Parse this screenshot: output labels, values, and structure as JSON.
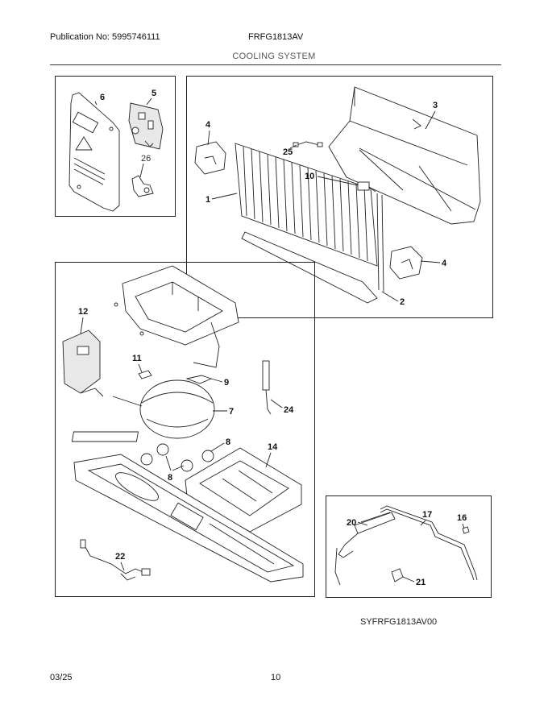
{
  "header": {
    "publication": "Publication No: 5995746111",
    "model": "FRFG1813AV",
    "section_title": "COOLING SYSTEM"
  },
  "diagram": {
    "code": "SYFRFG1813AV00",
    "callouts": {
      "c1": "1",
      "c2": "2",
      "c3": "3",
      "c4a": "4",
      "c4b": "4",
      "c5": "5",
      "c6": "6",
      "c7": "7",
      "c8a": "8",
      "c8b": "8",
      "c9": "9",
      "c10": "10",
      "c11": "11",
      "c12": "12",
      "c14": "14",
      "c16": "16",
      "c17": "17",
      "c20": "20",
      "c21": "21",
      "c22": "22",
      "c24": "24",
      "c25": "25",
      "c26": "26"
    }
  },
  "footer": {
    "date": "03/25",
    "page": "10"
  }
}
